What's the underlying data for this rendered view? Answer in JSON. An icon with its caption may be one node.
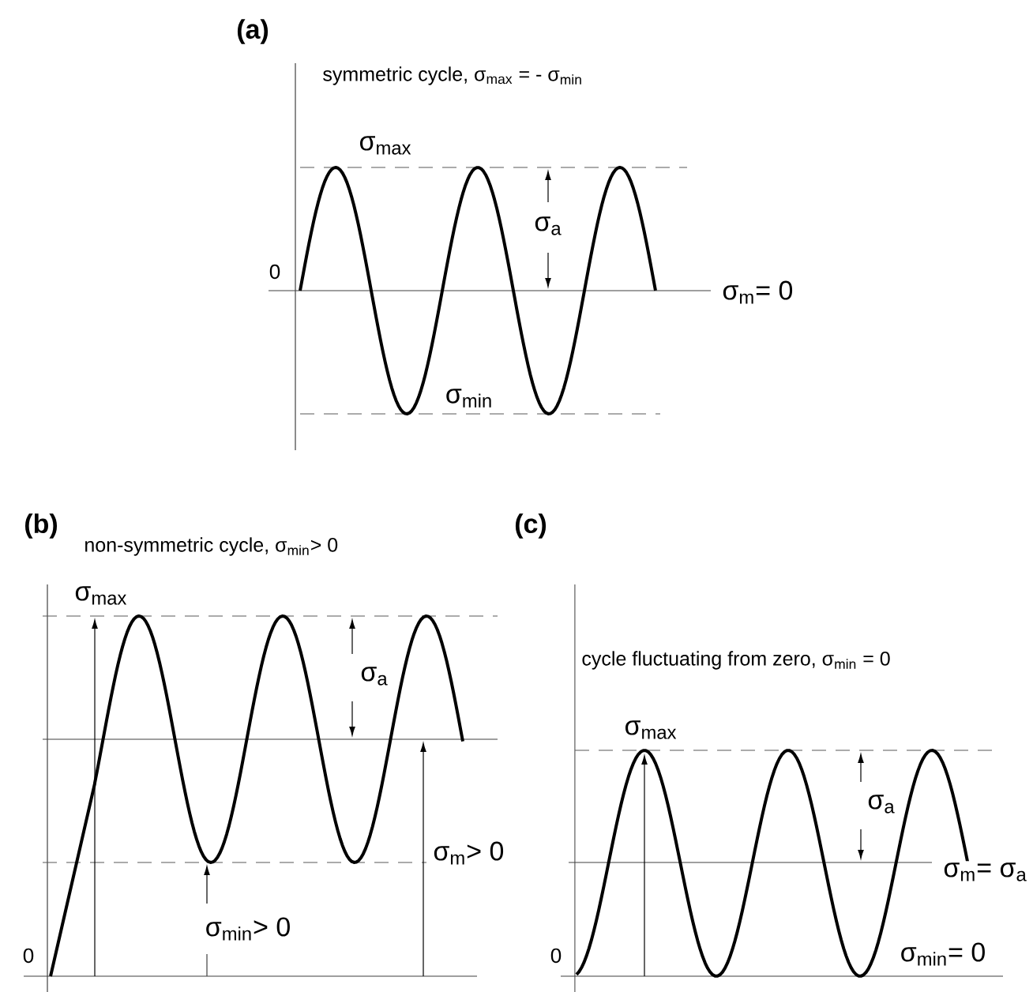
{
  "diagram": {
    "labels": [
      "(a)",
      "symmetric cycle, σ$_{max}$ = - σ$_{min}$",
      "σ$_{max}$",
      "σ$_{a}$",
      "0",
      "σ$_{m}$=  0",
      "σ$_{min}$",
      "(b)",
      "non-symmetric cycle, σ$_{min}$> 0",
      "(c)",
      "σ$_{max}$",
      "σ$_{a}$",
      "cycle fluctuating from zero, σ$_{min}$ = 0",
      "σ$_{max}$",
      "σ$_{a}$",
      "σ$_{m}$> 0",
      "σ$_{m}$= σ$_{a}$",
      "σ$_{min}$> 0",
      "0",
      "0",
      "σ$_{min}$= 0"
    ]
  }
}
